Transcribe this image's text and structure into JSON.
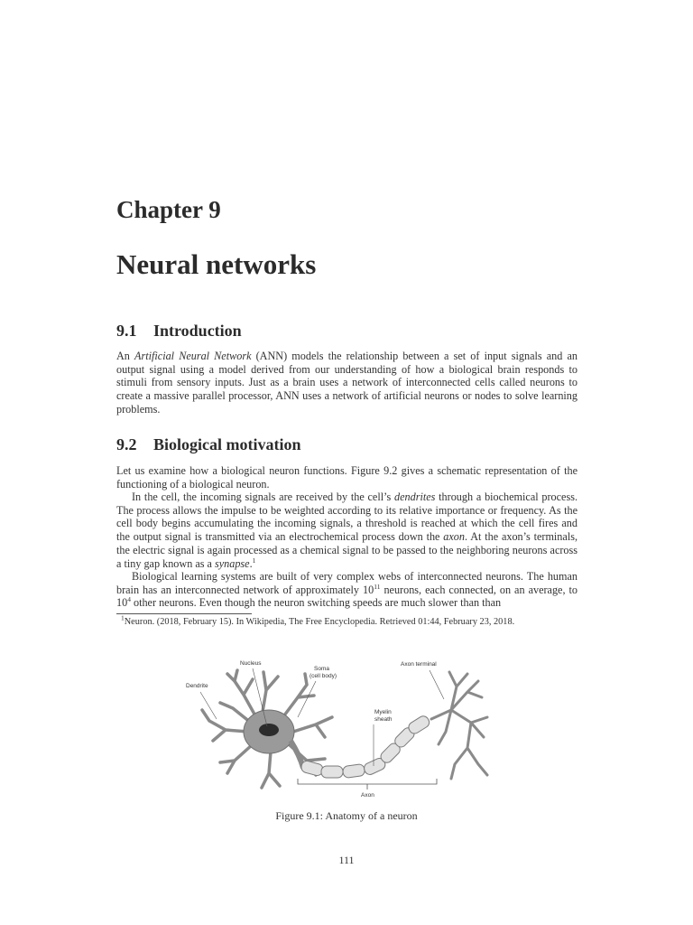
{
  "chapter": {
    "label": "Chapter 9",
    "title": "Neural networks"
  },
  "sections": [
    {
      "number": "9.1",
      "title": "Introduction",
      "paragraphs": [
        [
          {
            "t": "An "
          },
          {
            "t": "Artificial Neural Network",
            "i": true
          },
          {
            "t": " (ANN) models the relationship between a set of input signals and an output signal using a model derived from our understanding of how a biological brain responds to stimuli from sensory inputs. Just as a brain uses a network of interconnected cells called neurons to create a massive parallel processor, ANN uses a network of artificial neurons or nodes to solve learning problems."
          }
        ]
      ]
    },
    {
      "number": "9.2",
      "title": "Biological motivation",
      "paragraphs": [
        [
          {
            "t": "Let us examine how a biological neuron functions. Figure 9.2 gives a schematic representation of the functioning of a biological neuron."
          }
        ],
        [
          {
            "t": "In the cell, the incoming signals are received by the cell’s "
          },
          {
            "t": "dendrites",
            "i": true
          },
          {
            "t": " through a biochemical process. The process allows the impulse to be weighted according to its relative importance or frequency. As the cell body begins accumulating the incoming signals, a threshold is reached at which the cell fires and the output signal is transmitted via an electrochemical process down the "
          },
          {
            "t": "axon",
            "i": true
          },
          {
            "t": ". At the axon’s terminals, the electric signal is again processed as a chemical signal to be passed to the neighboring neurons across a tiny gap known as a "
          },
          {
            "t": "synapse",
            "i": true
          },
          {
            "t": "."
          },
          {
            "t": "1",
            "sup": true
          }
        ],
        [
          {
            "t": "Biological learning systems are built of very complex webs of interconnected neurons. The human brain has an interconnected network of approximately 10"
          },
          {
            "t": "11",
            "sup": true
          },
          {
            "t": " neurons, each connected, on an average, to 10"
          },
          {
            "t": "4",
            "sup": true
          },
          {
            "t": " other neurons. Even though the neuron switching speeds are much slower than than"
          }
        ]
      ]
    }
  ],
  "footnote": {
    "mark": "1",
    "text": "Neuron. (2018, February 15). In Wikipedia, The Free Encyclopedia. Retrieved 01:44, February 23, 2018."
  },
  "figure": {
    "labels": {
      "nucleus": "Nucleus",
      "soma_1": "Soma",
      "soma_2": "(cell body)",
      "dendrite": "Dendrite",
      "axon_terminal": "Axon terminal",
      "myelin_1": "Myelin",
      "myelin_2": "sheath",
      "axon": "Axon"
    },
    "caption": "Figure 9.1: Anatomy of a neuron"
  },
  "page_number": "111"
}
